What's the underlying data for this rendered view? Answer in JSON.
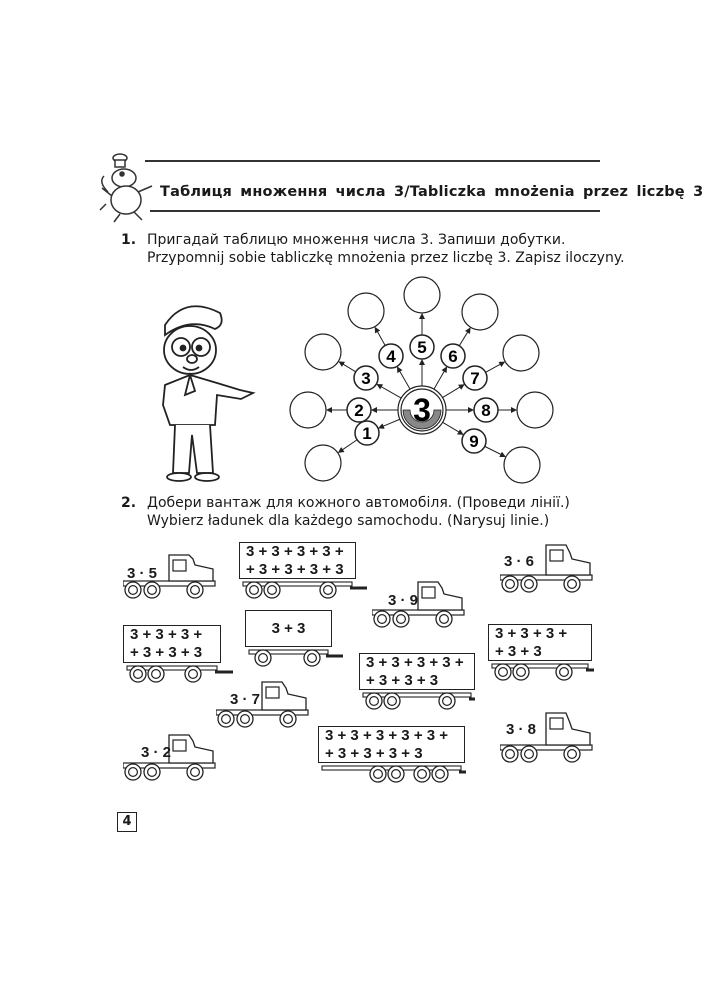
{
  "header": {
    "title": "Таблиця  множення  числа  3/Tabliczka  mnożenia  przez  liczbę  3"
  },
  "task1": {
    "number": "1.",
    "line_uk": "Пригадай таблицю множення числа 3. Запиши добутки.",
    "line_pl": "Przypomnij sobie tabliczkę mnożenia przez liczbę 3. Zapisz iloczyny.",
    "center_number": "3",
    "multipliers": [
      "1",
      "2",
      "3",
      "4",
      "5",
      "6",
      "7",
      "8",
      "9"
    ]
  },
  "task2": {
    "number": "2.",
    "line_uk": "Добери вантаж для кожного автомобіля. (Проведи лінії.)",
    "line_pl": "Wybierz ładunek dla każdego samochodu. (Narysuj linie.)",
    "trucks": [
      "3 · 5",
      "3 · 9",
      "3 · 6",
      "3 · 7",
      "3 · 2",
      "3 · 8"
    ],
    "trailers": [
      {
        "lines": [
          "3 + 3 + 3 + 3 +",
          "+ 3 + 3 + 3 + 3"
        ]
      },
      {
        "lines": [
          "3 + 3 + 3 +",
          "+ 3 + 3 + 3"
        ]
      },
      {
        "lines": [
          "3 + 3"
        ]
      },
      {
        "lines": [
          "3 + 3 + 3 + 3 +",
          "+ 3 + 3 + 3"
        ]
      },
      {
        "lines": [
          "3 + 3 + 3 +",
          "+ 3 + 3"
        ]
      },
      {
        "lines": [
          "3 + 3 + 3 + 3 + 3 +",
          "+ 3 + 3 + 3 + 3"
        ]
      }
    ]
  },
  "footer": {
    "page_number": "4"
  },
  "colors": {
    "ink": "#1a1a1a",
    "shade": "#888888"
  }
}
